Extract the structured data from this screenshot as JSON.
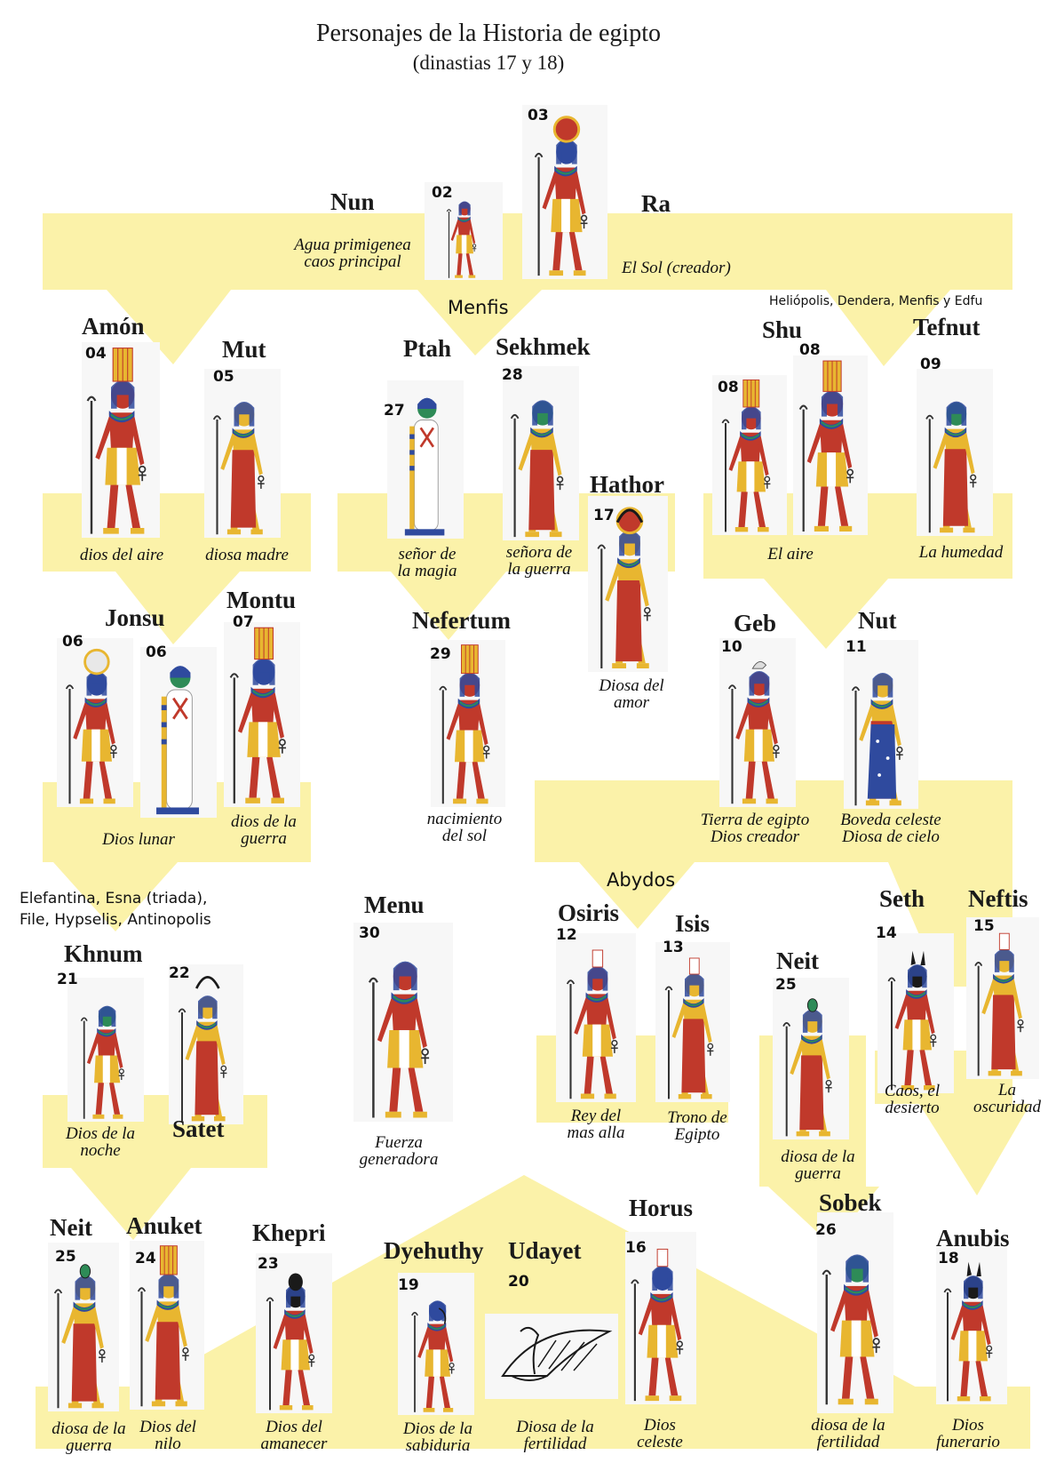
{
  "title": "Personajes de la Historia de egipto",
  "subtitle": "(dinastias 17 y 18)",
  "colors": {
    "band": "#fbf2a9",
    "skin_red": "#c0392b",
    "gold": "#e8b630",
    "blue": "#2f4a9e",
    "green": "#2e8b57",
    "white": "#ffffff"
  },
  "places": {
    "menfis": "Menfis",
    "heliopolis": "Heliópolis, Dendera, Menfis y Edfu",
    "abydos": "Abydos",
    "elefantina": "Elefantina, Esna (triada),\nFile, Hypselis, Antinopolis"
  },
  "deities": [
    {
      "id": "nun",
      "name": "Nun",
      "number": "02",
      "desc": "Agua primigenea\ncaos principal",
      "icon": "kneeling-god-icon"
    },
    {
      "id": "ra",
      "name": "Ra",
      "number": "03",
      "desc": "El Sol (creador)",
      "icon": "falcon-sun-disk-god-icon"
    },
    {
      "id": "amon",
      "name": "Amón",
      "number": "04",
      "desc": "dios del aire",
      "icon": "plumed-crown-god-icon"
    },
    {
      "id": "mut",
      "name": "Mut",
      "number": "05",
      "desc": "diosa madre",
      "icon": "vulture-crown-goddess-icon"
    },
    {
      "id": "ptah",
      "name": "Ptah",
      "number": "27",
      "desc": "señor de\nla magia",
      "icon": "mummiform-god-icon"
    },
    {
      "id": "sekhmek",
      "name": "Sekhmek",
      "number": "28",
      "desc": "señora de\nla guerra",
      "icon": "lioness-goddess-icon"
    },
    {
      "id": "hathor",
      "name": "Hathor",
      "number": "17",
      "desc": "Diosa del\namor",
      "icon": "horned-sun-goddess-icon"
    },
    {
      "id": "shu1",
      "name": "Shu",
      "number": "08",
      "desc": "El aire",
      "icon": "feather-crown-god-icon"
    },
    {
      "id": "shu2",
      "name": "",
      "number": "08",
      "desc": "",
      "icon": "plumed-crown-god-icon"
    },
    {
      "id": "tefnut",
      "name": "Tefnut",
      "number": "09",
      "desc": "La humedad",
      "icon": "lioness-goddess-icon"
    },
    {
      "id": "jonsu1",
      "name": "Jonsu",
      "number": "06",
      "desc": "Dios lunar",
      "icon": "moon-disk-falcon-god-icon"
    },
    {
      "id": "jonsu2",
      "name": "",
      "number": "06",
      "desc": "",
      "icon": "mummiform-god-icon"
    },
    {
      "id": "montu",
      "name": "Montu",
      "number": "07",
      "desc": "dios de la\nguerra",
      "icon": "falcon-plumed-god-icon"
    },
    {
      "id": "nefertum",
      "name": "Nefertum",
      "number": "29",
      "desc": "nacimiento\ndel sol",
      "icon": "lotus-crown-god-icon"
    },
    {
      "id": "geb",
      "name": "Geb",
      "number": "10",
      "desc": "Tierra de egipto\nDios creador",
      "icon": "goose-crown-god-icon"
    },
    {
      "id": "nut",
      "name": "Nut",
      "number": "11",
      "desc": "Boveda celeste\nDiosa de cielo",
      "icon": "starry-goddess-icon"
    },
    {
      "id": "khnum",
      "name": "Khnum",
      "number": "21",
      "desc": "Dios de la\nnoche",
      "icon": "ram-headed-god-icon"
    },
    {
      "id": "satet",
      "name": "Satet",
      "number": "22",
      "desc": "",
      "icon": "horned-goddess-icon"
    },
    {
      "id": "menu",
      "name": "Menu",
      "number": "30",
      "desc": "Fuerza\ngeneradora",
      "icon": "ithyphallic-god-icon"
    },
    {
      "id": "osiris",
      "name": "Osiris",
      "number": "12",
      "desc": "Rey del\nmas alla",
      "icon": "atef-crown-god-icon"
    },
    {
      "id": "isis",
      "name": "Isis",
      "number": "13",
      "desc": "Trono de\nEgipto",
      "icon": "throne-crown-goddess-icon"
    },
    {
      "id": "neit1",
      "name": "Neit",
      "number": "25",
      "desc": "diosa de la\nguerra",
      "icon": "red-crown-goddess-icon"
    },
    {
      "id": "seth",
      "name": "Seth",
      "number": "14",
      "desc": "Caos, el\ndesierto",
      "icon": "seth-animal-god-icon"
    },
    {
      "id": "neftis",
      "name": "Neftis",
      "number": "15",
      "desc": "La\noscuridad",
      "icon": "house-crown-goddess-icon"
    },
    {
      "id": "horus",
      "name": "Horus",
      "number": "16",
      "desc": "Dios\nceleste",
      "icon": "falcon-double-crown-god-icon"
    },
    {
      "id": "neit2",
      "name": "Neit",
      "number": "25",
      "desc": "diosa de la\nguerra",
      "icon": "red-crown-goddess-icon"
    },
    {
      "id": "anuket",
      "name": "Anuket",
      "number": "24",
      "desc": "Dios del\nnilo",
      "icon": "feather-crown-goddess-icon"
    },
    {
      "id": "khepri",
      "name": "Khepri",
      "number": "23",
      "desc": "Dios del\namanecer",
      "icon": "scarab-headed-god-icon"
    },
    {
      "id": "dyehuthy",
      "name": "Dyehuthy",
      "number": "19",
      "desc": "Dios de la\nsabiduria",
      "icon": "ibis-headed-god-icon"
    },
    {
      "id": "udayet",
      "name": "Udayet",
      "number": "20",
      "desc": "Diosa de la\nfertilidad",
      "icon": "winged-cobra-icon"
    },
    {
      "id": "sobek",
      "name": "Sobek",
      "number": "26",
      "desc": "diosa de la\nfertilidad",
      "icon": "crocodile-headed-god-icon"
    },
    {
      "id": "anubis",
      "name": "Anubis",
      "number": "18",
      "desc": "Dios\nfunerario",
      "icon": "jackal-headed-god-icon"
    }
  ]
}
